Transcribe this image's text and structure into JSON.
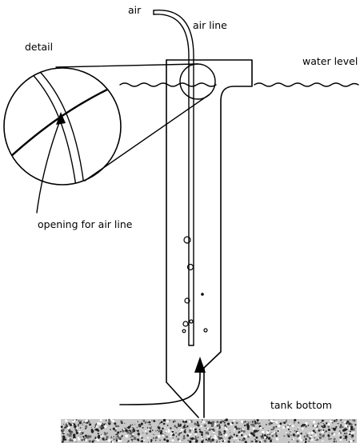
{
  "labels": {
    "air": "air",
    "air_line": "air line",
    "detail": "detail",
    "water_level": "water level",
    "opening": "opening for air line",
    "tank_bottom": "tank bottom"
  },
  "colors": {
    "ink": "#000000",
    "background": "#ffffff",
    "gravel": "#9a9a9a"
  }
}
